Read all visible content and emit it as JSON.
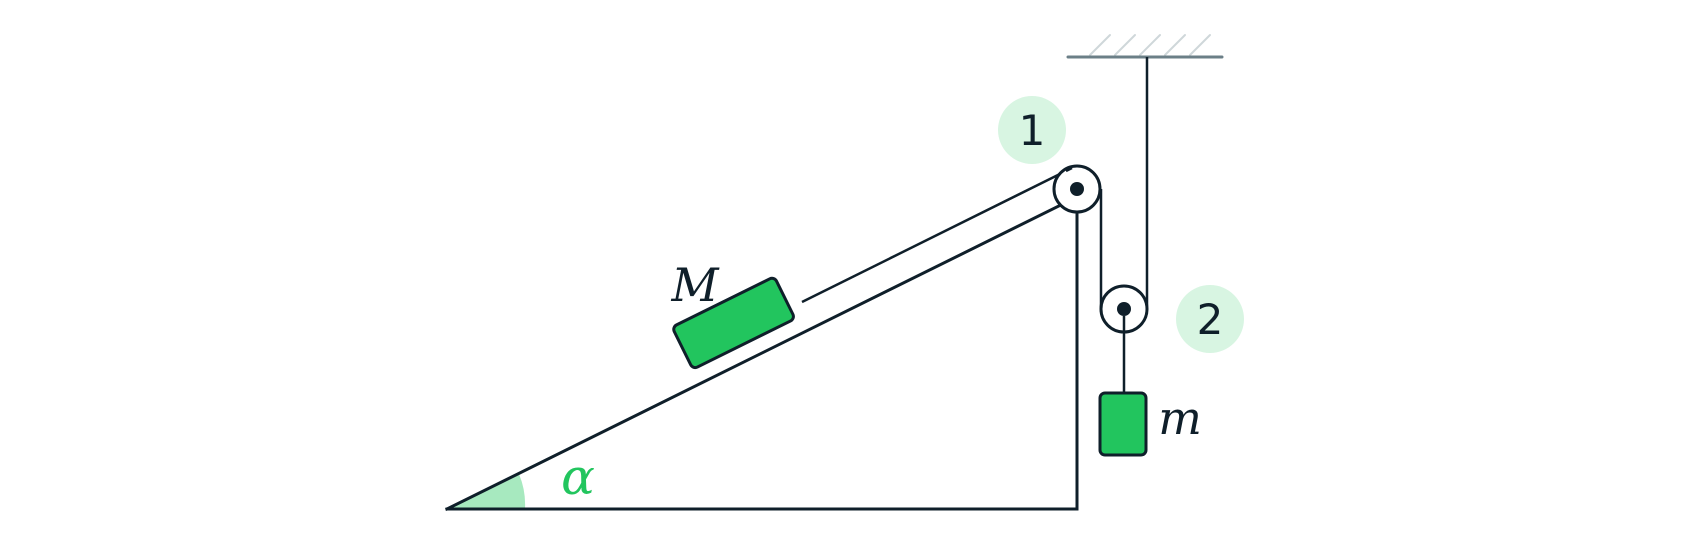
{
  "labels": {
    "block_mass_large": "M",
    "block_mass_small": "m",
    "angle": "α",
    "pulley_1": "1",
    "pulley_2": "2"
  },
  "colors": {
    "stroke": "#0f1f2a",
    "block_fill": "#22c55e",
    "angle_fill": "#a7e9bf",
    "angle_text": "#22c55e",
    "badge_fill": "#d8f5e2",
    "ceiling": "#6b7f87",
    "hatch": "#cfd7da"
  },
  "icons": {
    "pulley": "circle-with-axle",
    "support": "ceiling-hatch"
  }
}
